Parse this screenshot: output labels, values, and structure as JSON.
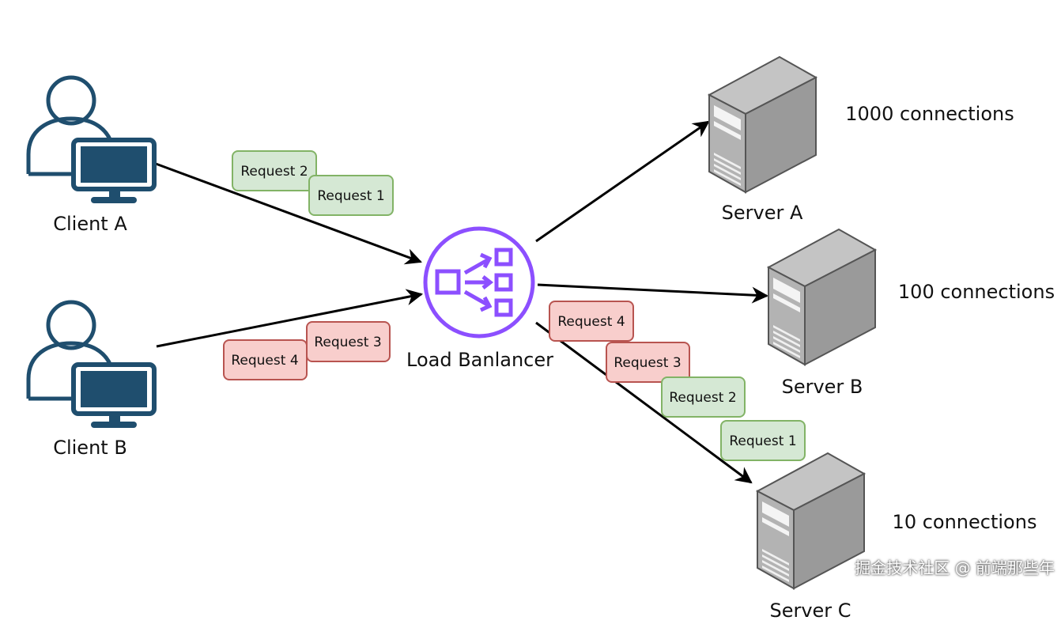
{
  "colors": {
    "client_icon": "#1f4e6e",
    "load_balancer": "#8c4fff",
    "request_green_fill": "#d5e8d4",
    "request_green_stroke": "#82b366",
    "request_red_fill": "#f8cecc",
    "request_red_stroke": "#b85450",
    "server_gray": "#a6a6a6"
  },
  "clients": [
    {
      "label": "Client A",
      "icon": "user-computer-icon"
    },
    {
      "label": "Client B",
      "icon": "user-computer-icon"
    }
  ],
  "load_balancer": {
    "label": "Load Banlancer",
    "icon": "load-balancer-icon"
  },
  "servers": [
    {
      "label": "Server A",
      "connections": "1000 connections",
      "icon": "server-tower-icon"
    },
    {
      "label": "Server B",
      "connections": "100 connections",
      "icon": "server-tower-icon"
    },
    {
      "label": "Server C",
      "connections": "10 connections",
      "icon": "server-tower-icon"
    }
  ],
  "requests_client_a": [
    {
      "label": "Request 2",
      "status": "green"
    },
    {
      "label": "Request 1",
      "status": "green"
    }
  ],
  "requests_client_b": [
    {
      "label": "Request 3",
      "status": "red"
    },
    {
      "label": "Request 4",
      "status": "red"
    }
  ],
  "requests_to_server_c": [
    {
      "label": "Request 4",
      "status": "red"
    },
    {
      "label": "Request 3",
      "status": "red"
    },
    {
      "label": "Request 2",
      "status": "green"
    },
    {
      "label": "Request 1",
      "status": "green"
    }
  ],
  "watermark": "掘金技术社区 @ 前端那些年"
}
